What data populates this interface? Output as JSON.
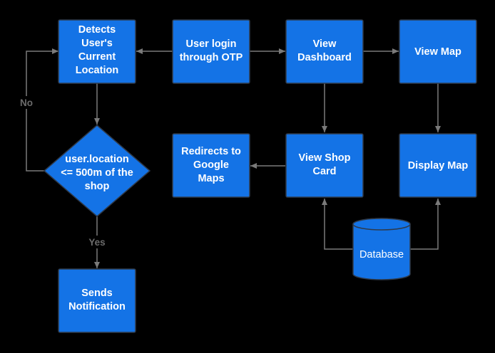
{
  "colors": {
    "background": "#000000",
    "node_fill": "#1473e6",
    "node_border": "#2f3a4a",
    "connector": "#7a7a7a",
    "edge_label": "#6b6b6b",
    "text": "#ffffff"
  },
  "nodes": {
    "detects_location": {
      "lines": [
        "Detects",
        "User's",
        "Current",
        "Location"
      ]
    },
    "user_login": {
      "lines": [
        "User login",
        "through OTP"
      ]
    },
    "view_dashboard": {
      "lines": [
        "View",
        "Dashboard"
      ]
    },
    "view_map": {
      "lines": [
        "View Map"
      ]
    },
    "location_check": {
      "lines": [
        "user.location",
        "<= 500m of the",
        "shop"
      ]
    },
    "redirects_maps": {
      "lines": [
        "Redirects to",
        "Google",
        "Maps"
      ]
    },
    "view_shop_card": {
      "lines": [
        "View Shop",
        "Card"
      ]
    },
    "display_map": {
      "lines": [
        "Display Map"
      ]
    },
    "sends_notification": {
      "lines": [
        "Sends",
        "Notification"
      ]
    },
    "database": {
      "lines": [
        "Database"
      ]
    }
  },
  "edge_labels": {
    "no": "No",
    "yes": "Yes"
  }
}
